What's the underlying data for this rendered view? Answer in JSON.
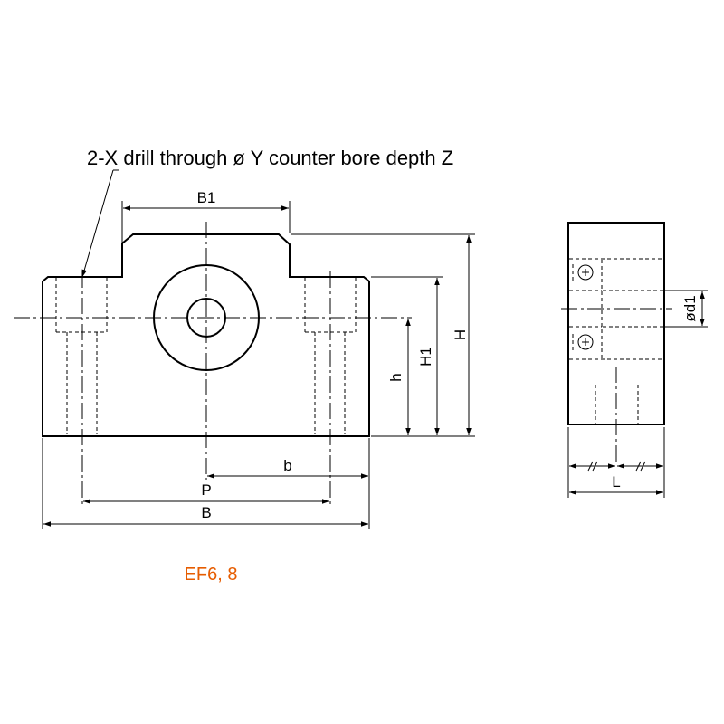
{
  "note": "2-X drill through ø Y counter bore depth Z",
  "model_label": "EF6, 8",
  "model_color": "#e65c00",
  "dimensions": {
    "B1": "B1",
    "H": "H",
    "H1": "H1",
    "h": "h",
    "b": "b",
    "P": "P",
    "B": "B",
    "d1": "ød1",
    "L": "L"
  }
}
